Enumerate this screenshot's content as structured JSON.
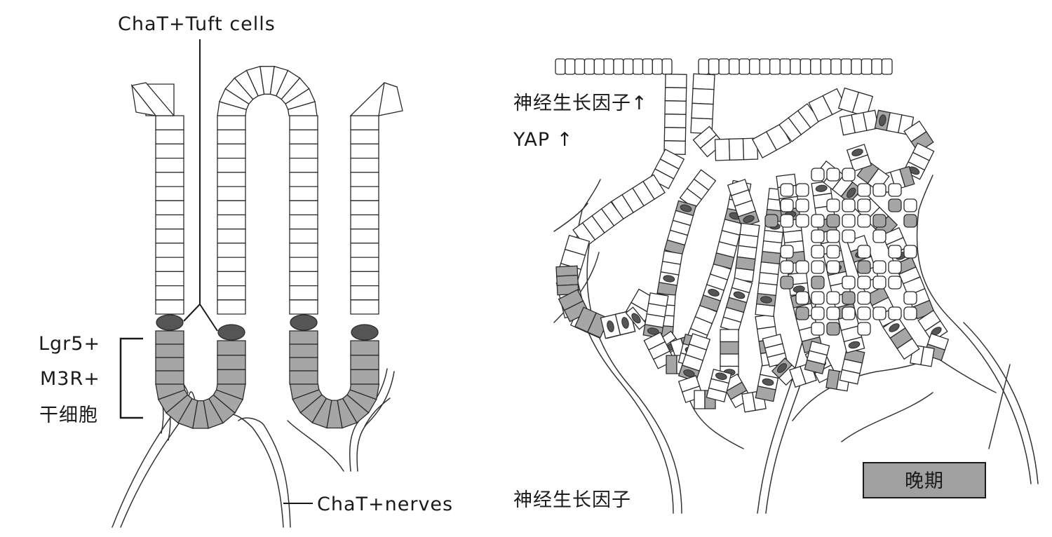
{
  "labels": {
    "tuft_cells": "ChaT+Tuft cells",
    "lgr5": "Lgr5+",
    "m3r": "M3R+",
    "stem_cells": "干细胞",
    "chat_nerves": "ChaT+nerves",
    "ngf_up": "神经生长因子↑",
    "yap_up": "YAP ↑",
    "ngf": "神经生长因子",
    "late_stage": "晚期"
  },
  "colors": {
    "cell_fill": "#ffffff",
    "stem_fill": "#a6a6a6",
    "tuft_fill": "#555555",
    "outline": "#2a2a2a",
    "badge_fill": "#a0a0a0"
  }
}
